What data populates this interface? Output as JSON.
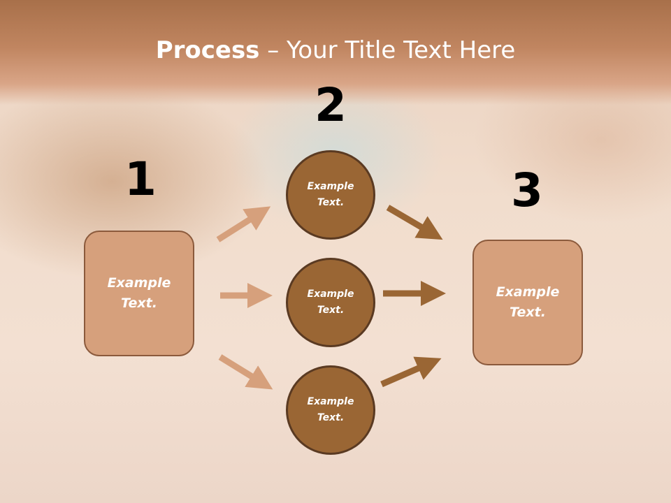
{
  "title": {
    "bold": "Process",
    "rest": " – Your Title Text Here"
  },
  "steps": [
    {
      "number": "1",
      "label": "Example Text."
    },
    {
      "number": "2",
      "items": [
        "Example Text.",
        "Example Text.",
        "Example Text."
      ]
    },
    {
      "number": "3",
      "label": "Example Text."
    }
  ],
  "colors": {
    "title_band": "#c08560",
    "box_fill": "#d6a07c",
    "circle_fill": "#9a6634",
    "arrow_light": "#d6a07c",
    "arrow_dark": "#9a6634"
  }
}
